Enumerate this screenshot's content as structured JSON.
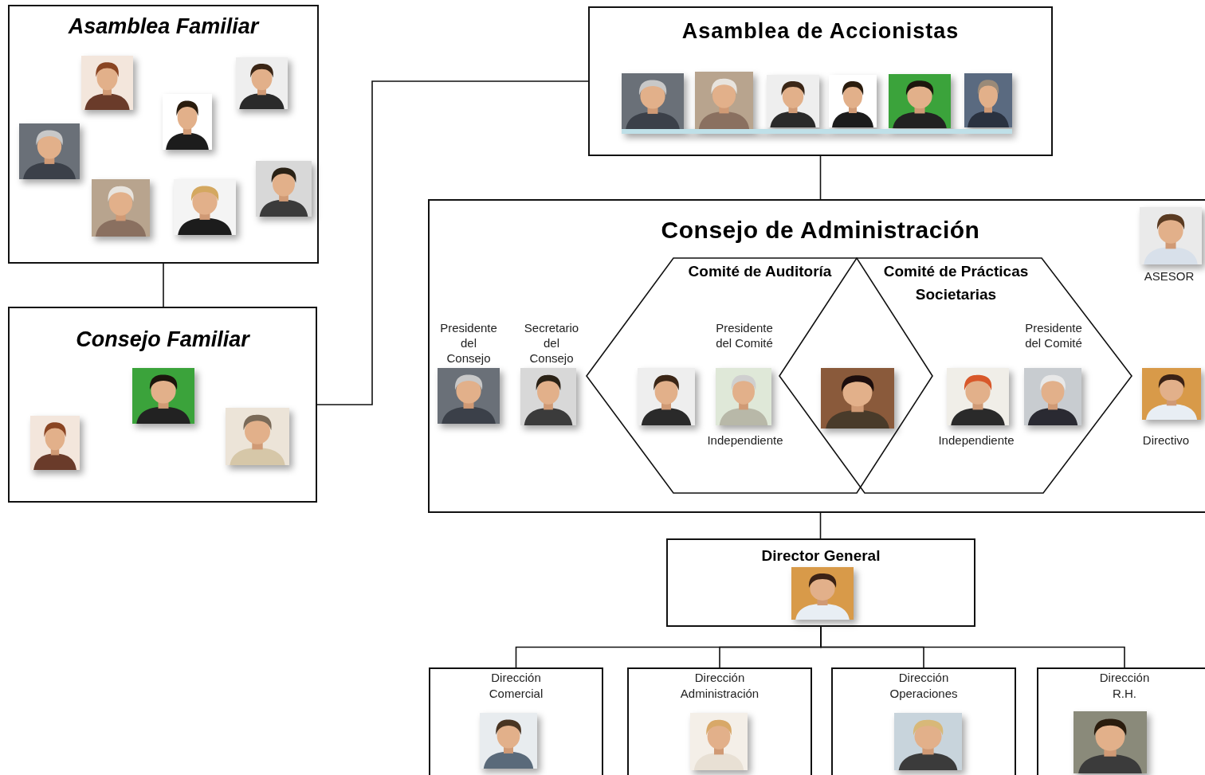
{
  "diagram": {
    "nodes": [
      {
        "text": [
          "Asamblea Familiar"
        ]
      },
      {
        "text": [
          "Consejo Familiar"
        ]
      },
      {
        "text": [
          "Asamblea de Accionistas"
        ]
      },
      {
        "text": [
          "Consejo de Administración"
        ]
      },
      {
        "text": [
          "Comité de Auditoría"
        ],
        "in": 3
      },
      {
        "text": [
          "Comité de Prácticas Societarias"
        ],
        "in": 3
      },
      {
        "text": [
          "Director General"
        ]
      },
      {
        "text": [
          "Dirección Comercial"
        ]
      },
      {
        "text": [
          "Dirección Administración"
        ]
      },
      {
        "text": [
          "Dirección Operaciones"
        ]
      },
      {
        "text": [
          "Dirección R.H."
        ]
      }
    ],
    "edges": [
      {
        "from": 0,
        "to": 1,
        "arrow": "none"
      },
      {
        "from": 1,
        "to": 2,
        "arrow": "none"
      },
      {
        "from": 2,
        "to": 3,
        "arrow": "none"
      },
      {
        "from": 3,
        "to": 6,
        "arrow": "none"
      },
      {
        "from": 6,
        "to": 7,
        "arrow": "none"
      },
      {
        "from": 6,
        "to": 8,
        "arrow": "none"
      },
      {
        "from": 6,
        "to": 9,
        "arrow": "none"
      },
      {
        "from": 6,
        "to": 10,
        "arrow": "none"
      }
    ],
    "labels": [
      "ASESOR",
      "Presidente del Consejo",
      "Secretario del Consejo",
      "Presidente del Comité",
      "Independiente",
      "Independiente",
      "Presidente del Comité",
      "Directivo"
    ]
  }
}
